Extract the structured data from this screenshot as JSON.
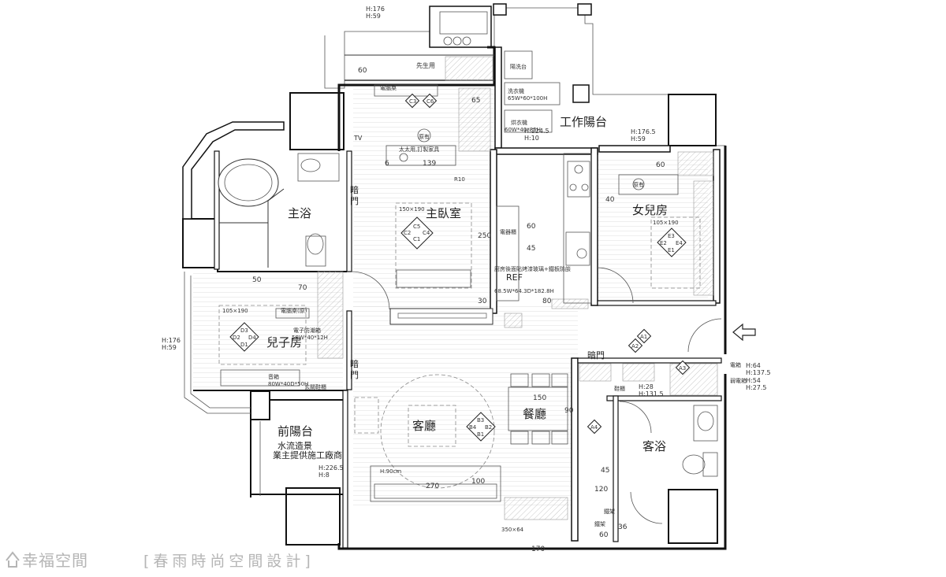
{
  "rooms": {
    "master_bedroom": "主臥室",
    "master_bath": "主浴",
    "daughter_room": "女兒房",
    "son_room": "兒子房",
    "living_room": "客廳",
    "dining_room": "餐廳",
    "guest_bath": "客浴",
    "service_balcony": "工作陽台",
    "front_balcony": "前陽台"
  },
  "notes": {
    "front_balcony_line1": "水流造景",
    "front_balcony_line2": "業主提供施工廠商",
    "dark_door": "暗門",
    "dark_door_vertical_1": "暗\n門",
    "dark_door_vertical_2": "暗\n門",
    "ref": "REF",
    "tv": "TV",
    "husband_use": "先生用",
    "computer_desk": "電腦桌",
    "computer_desk_relocated": "電腦桌(原)",
    "wife_custom_cabinet": "太太用,訂製家具",
    "laundry_sink": "陽洗台",
    "washer": "洗衣機",
    "washer_size": "65W*60*100H",
    "dryer": "烘衣機",
    "dryer_size": "60W*40*85H",
    "electrical_cabinet": "電器櫃",
    "kitchen_note": "廚房後面貼烤漆玻璃+鐵板防燄",
    "fridge_size": "68.5W*64.3D*182.8H",
    "dehumidifier_cabinet": "電子防潮箱",
    "dehumidifier_size": "58W*40*12H",
    "speaker": "音箱",
    "speaker_size": "80W*40D*50H",
    "shoe_cabinet": "鞋櫃",
    "sliding": "玄關鞋櫃",
    "iron_rack_1": "鐵架",
    "iron_rack_2": "鐵架",
    "bed_master": "150×190",
    "bed_daughter": "105×190",
    "bed_son": "105×190",
    "sofa_note": "H:90cm",
    "table_size": "350×64",
    "original": "原有",
    "original_2": "原有",
    "chair_original": "原有",
    "meter_box": "電箱",
    "weak_box": "弱電箱",
    "weak_box_2": "弱電箱"
  },
  "heights": {
    "h1": "H:176",
    "h1b": "H:59",
    "h2": "H:224.5",
    "h2b": "H:10",
    "h3": "H:176.5",
    "h3b": "H:59",
    "h4": "H:176",
    "h4b": "H:59",
    "h5": "H:226.5",
    "h5b": "H:8",
    "h6": "H:28",
    "h6b": "H:131.5",
    "h7": "H:64",
    "h7b": "H:137.5",
    "h8": "H:54",
    "h8b": "H:27.5"
  },
  "dimensions": {
    "d60a": "60",
    "d65": "65",
    "d139": "139",
    "d250": "250",
    "d30a": "30",
    "d60b": "60",
    "d45": "45",
    "d80": "80",
    "d40": "40",
    "d60c": "60",
    "d50": "50",
    "d70": "70",
    "d150": "150",
    "d90": "90",
    "d270": "270",
    "d100": "100",
    "d170": "170",
    "d45b": "45",
    "d120": "120",
    "d36": "36",
    "d60d": "60",
    "d6": "6",
    "r10": "R10"
  },
  "markers": {
    "c": [
      "C3",
      "C6",
      "C2",
      "C1",
      "C5",
      "C4"
    ],
    "e": [
      "E3",
      "E2",
      "E1",
      "E4"
    ],
    "d": [
      "D3",
      "D2",
      "D1",
      "D4"
    ],
    "b": [
      "B3",
      "B4",
      "B2",
      "B1"
    ],
    "a": [
      "A1",
      "A2",
      "A3",
      "A4"
    ]
  },
  "watermark": {
    "brand": "幸福空間",
    "designer": "[春雨時尚空間設計]"
  },
  "colors": {
    "wall": "#111111",
    "hatch": "#999999",
    "watermark": "#b5b5b5"
  }
}
